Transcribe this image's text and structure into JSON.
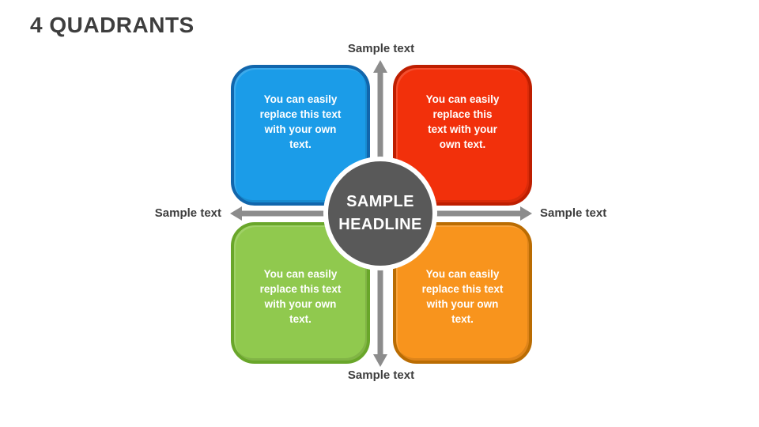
{
  "slide": {
    "title": "4 QUADRANTS",
    "background": "#ffffff",
    "text_color": "#3e3e3e"
  },
  "center": {
    "line1": "SAMPLE",
    "line2": "HEADLINE",
    "circle_color": "#595959",
    "ring_color": "#ffffff"
  },
  "arrow_color": "#8c8c8c",
  "axis_labels": {
    "top": "Sample text",
    "bottom": "Sample text",
    "left": "Sample text",
    "right": "Sample text"
  },
  "quadrants": [
    {
      "id": "top-left",
      "fill": "#1b9ce8",
      "border": "#1166ac",
      "lines": [
        "You can easily",
        "replace this text",
        "with your own",
        "text."
      ]
    },
    {
      "id": "top-right",
      "fill": "#f2300b",
      "border": "#be1e00",
      "lines": [
        "You can easily",
        "replace this",
        "text with your",
        "own text."
      ]
    },
    {
      "id": "bottom-left",
      "fill": "#90c94e",
      "border": "#69a62a",
      "lines": [
        "You can easily",
        "replace this text",
        "with your own",
        "text."
      ]
    },
    {
      "id": "bottom-right",
      "fill": "#f8941d",
      "border": "#ba6c02",
      "lines": [
        "You can easily",
        "replace this text",
        "with your own",
        "text."
      ]
    }
  ]
}
